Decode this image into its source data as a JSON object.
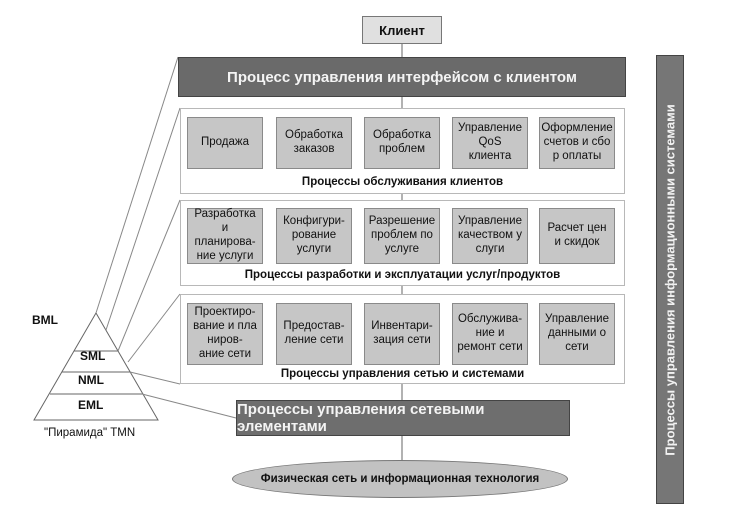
{
  "client": "Клиент",
  "customer_interface": "Процесс управления интерфейсом с клиентом",
  "information_systems": "Процессы управления информационными системами",
  "customer_care": {
    "caption": "Процессы обслуживания клиентов",
    "boxes": [
      "Продажа",
      "Обработка\nзаказов",
      "Обработка\nпроблем",
      "Управление\nQoS\nклиента",
      "Оформление\nсчетов и сбо\nр оплаты"
    ]
  },
  "service_dev": {
    "caption": "Процессы разработки и эксплуатации услуг/продуктов",
    "boxes": [
      "Разработка и\nпланирова-\nние услуги",
      "Конфигури-\nрование\nуслуги",
      "Разрешение\nпроблем по\nуслуге",
      "Управление\nкачеством у\nслуги",
      "Расчет цен\nи скидок"
    ]
  },
  "network_mgmt": {
    "caption": "Процессы управления сетью и системами",
    "boxes": [
      "Проектиро-\nвание и пла\nниров-\nание сети",
      "Предостав-\nление сети",
      "Инвентари-\nзация сети",
      "Обслужива-\nние и\nремонт сети",
      "Управление\nданными о\nсети"
    ]
  },
  "network_elements": "Процессы управления сетевыми элементами",
  "physical": "Физическая сеть и информационная технология",
  "pyramid": {
    "levels": [
      "BML",
      "SML",
      "NML",
      "EML"
    ],
    "caption": "\"Пирамида\" TMN"
  }
}
